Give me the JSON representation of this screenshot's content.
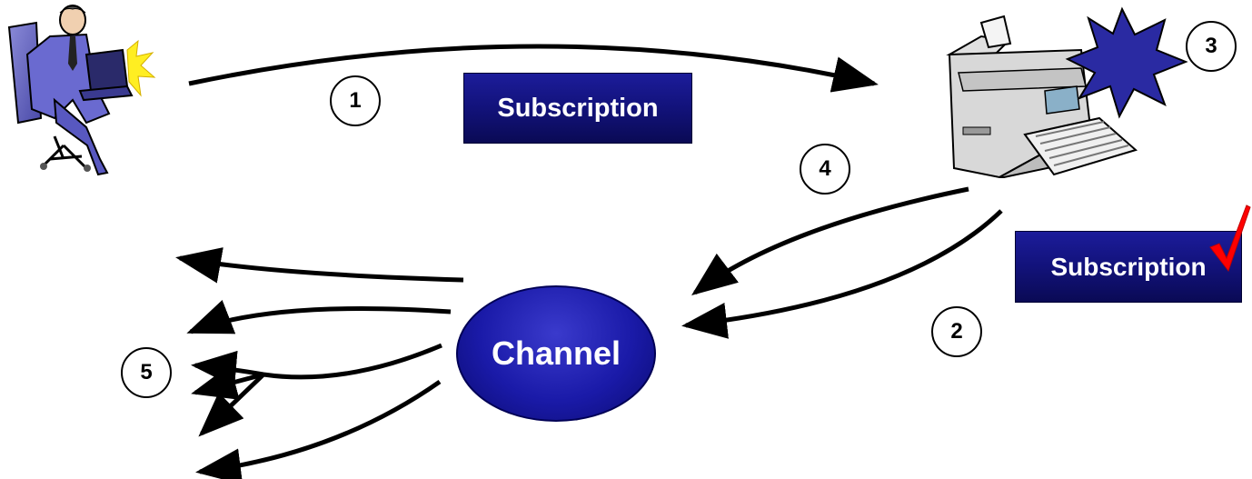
{
  "steps": {
    "one": "1",
    "two": "2",
    "three": "3",
    "four": "4",
    "five": "5"
  },
  "subscription_top": "Subscription",
  "subscription_bottom": "Subscription",
  "channel_label": "Channel",
  "colors": {
    "box_blue": "#14147f",
    "channel_blue": "#1a1aa8",
    "checkmark_red": "#ff0000",
    "burst_fill": "#2e2e9e"
  },
  "icons": {
    "user": "businessman-at-laptop-icon",
    "device": "copier-printer-icon",
    "event": "starburst-icon",
    "confirm": "checkmark-icon"
  }
}
